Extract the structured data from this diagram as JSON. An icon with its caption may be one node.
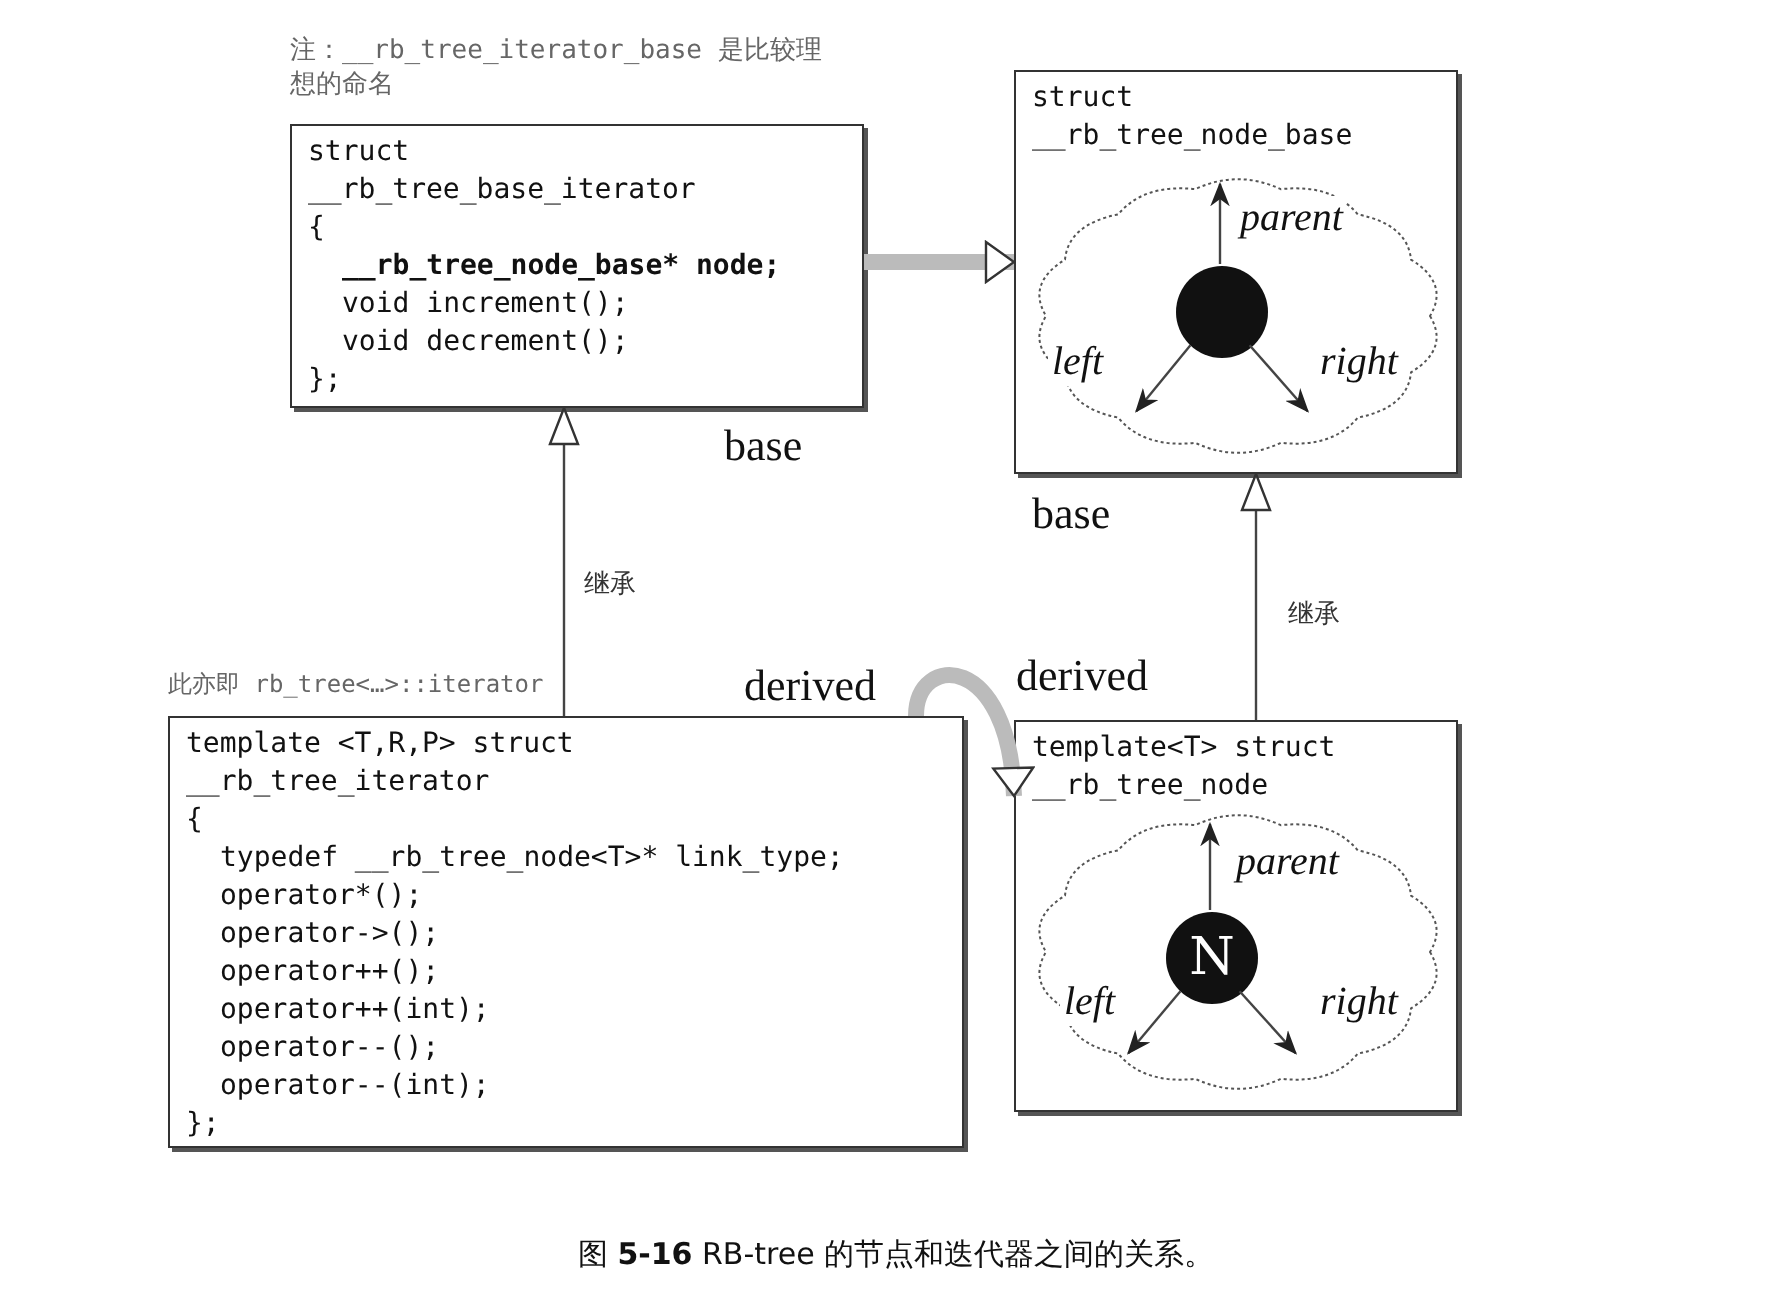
{
  "diagram": {
    "caption": "图 **5-16** RB-tree 的节点和迭代器之间的关系。",
    "nodes": [
      {
        "text": [
          "struct",
          "__rb_tree_base_iterator",
          "{",
          "__rb_tree_node_base* node;",
          "void increment();",
          "void decrement();",
          "};"
        ],
        "beside": [
          "注：__rb_tree_iterator_base 是比较理想的命名",
          "base"
        ]
      },
      {
        "text": [
          "struct",
          "__rb_tree_node_base"
        ],
        "beside": [
          "base"
        ]
      },
      {
        "text": [],
        "shape": "cloud",
        "in": 1
      },
      {
        "text": [],
        "shape": "circle",
        "in": 2
      },
      {
        "text": [
          "template <T,R,P> struct",
          "__rb_tree_iterator",
          "{",
          "typedef __rb_tree_node<T>* link_type;",
          "operator*();",
          "operator->();",
          "operator++();",
          "operator++(int);",
          "operator--();",
          "operator--(int);",
          "};"
        ],
        "beside": [
          "此亦即 rb_tree<…>::iterator",
          "derived"
        ]
      },
      {
        "text": [
          "template<T> struct",
          "__rb_tree_node"
        ],
        "beside": [
          "derived"
        ]
      },
      {
        "text": [],
        "shape": "cloud",
        "in": 5
      },
      {
        "text": [
          "N"
        ],
        "in": 6
      }
    ],
    "edges": [
      {
        "from": 0,
        "to": 1,
        "arrow": "to",
        "style": "thick",
        "color": "#bbbbbb"
      },
      {
        "from": 4,
        "to": 0,
        "arrow": "to",
        "label": "继承"
      },
      {
        "from": 5,
        "to": 1,
        "arrow": "to",
        "label": "继承"
      },
      {
        "from": 4,
        "to": 5,
        "arrow": "to",
        "style": "thick",
        "color": "#bbbbbb"
      },
      {
        "from": 3,
        "to": null,
        "arrow": "to",
        "label": "parent"
      },
      {
        "from": 3,
        "to": null,
        "arrow": "to",
        "label": "left"
      },
      {
        "from": 3,
        "to": null,
        "arrow": "to",
        "label": "right"
      },
      {
        "from": 7,
        "to": null,
        "arrow": "to",
        "label": "parent"
      },
      {
        "from": 7,
        "to": null,
        "arrow": "to",
        "label": "left"
      },
      {
        "from": 7,
        "to": null,
        "arrow": "to",
        "label": "right"
      }
    ]
  }
}
